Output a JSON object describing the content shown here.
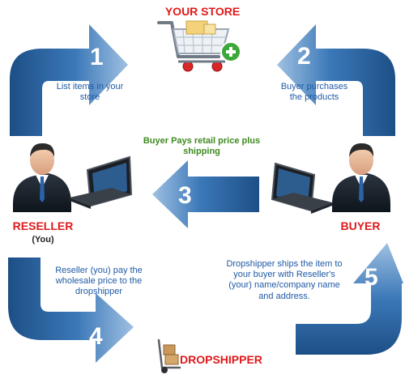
{
  "nodes": {
    "store": "YOUR STORE",
    "reseller": "RESELLER",
    "reseller_sub": "(You)",
    "buyer": "BUYER",
    "dropshipper": "DROPSHIPPER"
  },
  "steps": [
    {
      "number": "1",
      "text": "List items in your store"
    },
    {
      "number": "2",
      "text": "Buyer purchases the products"
    },
    {
      "number": "3",
      "text": "Buyer Pays retail price plus shipping"
    },
    {
      "number": "4",
      "text": "Reseller (you) pay the wholesale price to the dropshipper"
    },
    {
      "number": "5",
      "text": "Dropshipper ships the item to your buyer with Reseller's (your) name/company name and address."
    }
  ],
  "colors": {
    "arrow": "#2f6aa6",
    "title_red": "#e0191b",
    "step_text_blue": "#1f5aa6",
    "step_text_green": "#3f8a1f",
    "cart_add": "#3da83a"
  },
  "icons": [
    "shopping-cart-icon",
    "plus-icon",
    "person-icon",
    "laptop-icon",
    "hand-truck-icon"
  ]
}
